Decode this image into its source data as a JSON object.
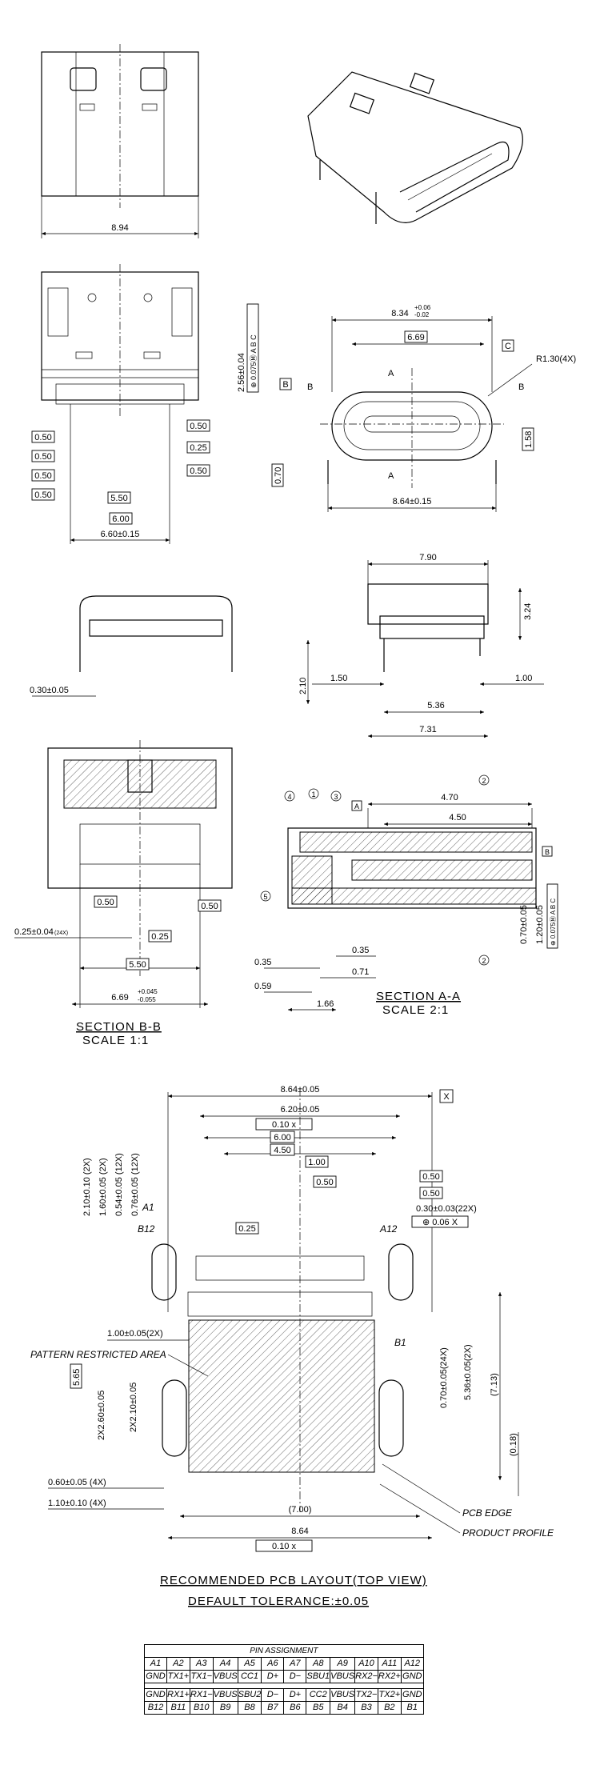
{
  "view1": {
    "width_dim": "8.94"
  },
  "view2": {
    "dims": [
      "0.50",
      "0.50",
      "0.50",
      "0.50",
      "0.50",
      "0.25",
      "0.50",
      "5.50",
      "6.00",
      "6.60±0.15"
    ]
  },
  "view3": {
    "top_dim": "8.34",
    "top_tol_plus": "+0.06",
    "top_tol_minus": "-0.02",
    "inner_dim": "6.69",
    "datum_c": "C",
    "datum_b": "B",
    "radius": "R1.30(4X)",
    "height_dim": "2.56±0.04",
    "fcf": "⊕ 0.075Ⓜ A B C",
    "section_a": "A",
    "section_b": "B",
    "height_158": "1.58",
    "dim_070": "0.70",
    "bottom_dim": "8.64±0.15"
  },
  "view4": {
    "dim": "0.30±0.05"
  },
  "view5": {
    "dims": {
      "w790": "7.90",
      "h324": "3.24",
      "h210": "2.10",
      "d150": "1.50",
      "d100": "1.00",
      "d536": "5.36",
      "d731": "7.31"
    }
  },
  "section_bb": {
    "dims": [
      "0.50",
      "0.50",
      "0.25",
      "5.50"
    ],
    "pitch": "0.25±0.04",
    "pitch_note": "(24X)",
    "width_main": "6.69",
    "width_plus": "+0.045",
    "width_minus": "-0.055",
    "title": "SECTION B-B",
    "scale": "SCALE 1:1"
  },
  "section_aa": {
    "callouts": [
      "1",
      "2",
      "3",
      "4",
      "5",
      "2"
    ],
    "datum_a": "A",
    "datum_b": "B",
    "dims": {
      "d470": "4.70",
      "d450": "4.50",
      "d035a": "0.35",
      "d035b": "0.35",
      "d059": "0.59",
      "d071": "0.71",
      "d166": "1.66",
      "d070": "0.70±0.05",
      "d120": "1.20±0.05",
      "fcf": "⊕ 0.075Ⓜ A B C"
    },
    "title": "SECTION A-A",
    "scale": "SCALE 2:1"
  },
  "pcb": {
    "top_dims": [
      "8.64±0.05",
      "6.20±0.05",
      "0.10",
      "6.00",
      "4.50",
      "1.00",
      "0.50",
      "0.50",
      "0.50",
      "0.25"
    ],
    "datum_x": "X",
    "flatness": "0.10 x",
    "pad_tol": "0.30±0.03(22X)",
    "pos_tol": "⊕ 0.06 X",
    "vert_dims": [
      "2.10±0.10 (2X)",
      "1.60±0.05 (2X)",
      "0.54±0.05 (12X)",
      "0.76±0.05 (12X)"
    ],
    "pin_labels": [
      "A1",
      "B12",
      "A12",
      "B1"
    ],
    "left_dims": [
      "1.00±0.05(2X)",
      "5.65",
      "2X2.60±0.05",
      "2X2.10±0.05",
      "0.60±0.05 (4X)",
      "1.10±0.10 (4X)"
    ],
    "right_dims": [
      "0.70±0.05(24X)",
      "5.36±0.05(2X)",
      "(7.13)",
      "(0.18)"
    ],
    "bottom_dims": [
      "(7.00)",
      "8.64",
      "0.10 x"
    ],
    "notes": [
      "PATTERN RESTRICTED AREA",
      "PCB EDGE",
      "PRODUCT PROFILE"
    ],
    "title": "RECOMMENDED PCB LAYOUT(TOP VIEW)",
    "tolerance": "DEFAULT TOLERANCE:±0.05"
  },
  "pin_assignment": {
    "title": "PIN ASSIGNMENT",
    "rows": [
      [
        "A1",
        "A2",
        "A3",
        "A4",
        "A5",
        "A6",
        "A7",
        "A8",
        "A9",
        "A10",
        "A11",
        "A12"
      ],
      [
        "GND",
        "TX1+",
        "TX1−",
        "VBUS",
        "CC1",
        "D+",
        "D−",
        "SBU1",
        "VBUS",
        "RX2−",
        "RX2+",
        "GND"
      ],
      [
        "GND",
        "RX1+",
        "RX1−",
        "VBUS",
        "SBU2",
        "D−",
        "D+",
        "CC2",
        "VBUS",
        "TX2−",
        "TX2+",
        "GND"
      ],
      [
        "B12",
        "B11",
        "B10",
        "B9",
        "B8",
        "B7",
        "B6",
        "B5",
        "B4",
        "B3",
        "B2",
        "B1"
      ]
    ]
  }
}
